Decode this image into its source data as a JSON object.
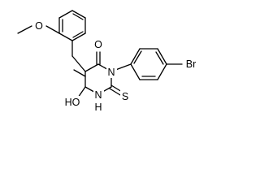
{
  "molecule": {
    "atoms": {
      "methoxy_carbon": "",
      "methoxy_oxygen": "O",
      "top_carbonyl_oxygen": "O",
      "ring_nitrogen_1": "N",
      "bromine": "Br",
      "thione_sulfur": "S",
      "ring_nitrogen_3": "N",
      "ring_nitrogen_3_hydrogen": "H",
      "hydroxyl_oxygen": "HO"
    }
  }
}
